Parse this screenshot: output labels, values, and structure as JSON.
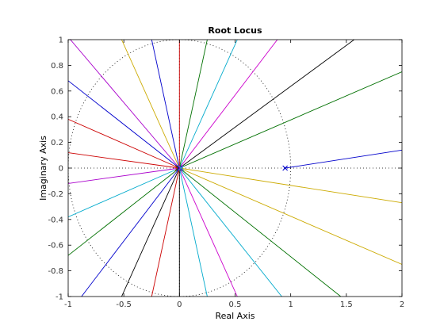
{
  "chart_data": {
    "type": "line",
    "title": "Root Locus",
    "xlabel": "Real Axis",
    "ylabel": "Imaginary Axis",
    "xlim": [
      -1,
      2
    ],
    "ylim": [
      -1,
      1
    ],
    "xticks": [
      -1,
      -0.5,
      0,
      0.5,
      1,
      1.5,
      2
    ],
    "xtick_labels": [
      "-1",
      "-0.5",
      "0",
      "0.5",
      "1",
      "1.5",
      "2"
    ],
    "yticks": [
      -1,
      -0.8,
      -0.6,
      -0.4,
      -0.2,
      0,
      0.2,
      0.4,
      0.6,
      0.8,
      1
    ],
    "ytick_labels": [
      "-1",
      "-0.8",
      "-0.6",
      "-0.4",
      "-0.2",
      "0",
      "0.2",
      "0.4",
      "0.6",
      "0.8",
      "1"
    ],
    "grid": false,
    "unit_circle": true,
    "zero_line": true,
    "pole": {
      "x": 0.95,
      "y": 0
    },
    "origin_poles": {
      "x": 0,
      "y": 0
    },
    "series": [
      {
        "color": "#0000cc",
        "x": [
          0.95,
          2.0
        ],
        "y": [
          0.0,
          0.14
        ]
      },
      {
        "color": "#007000",
        "x": [
          0.0,
          2.0
        ],
        "y": [
          0.0,
          0.75
        ]
      },
      {
        "color": "#000000",
        "x": [
          0.0,
          1.57
        ],
        "y": [
          0.0,
          1.0
        ]
      },
      {
        "color": "#cc00cc",
        "x": [
          0.0,
          0.88
        ],
        "y": [
          0.0,
          1.0
        ]
      },
      {
        "color": "#00aacc",
        "x": [
          0.0,
          0.52
        ],
        "y": [
          0.0,
          1.0
        ]
      },
      {
        "color": "#007000",
        "x": [
          0.0,
          0.25
        ],
        "y": [
          0.0,
          1.0
        ]
      },
      {
        "color": "#cc0000",
        "x": [
          0.0,
          0.0
        ],
        "y": [
          0.0,
          1.0
        ]
      },
      {
        "color": "#0000cc",
        "x": [
          0.0,
          -0.25
        ],
        "y": [
          0.0,
          1.0
        ]
      },
      {
        "color": "#ccaa00",
        "x": [
          0.0,
          -0.52
        ],
        "y": [
          0.0,
          1.0
        ]
      },
      {
        "color": "#aa00cc",
        "x": [
          0.0,
          -0.98
        ],
        "y": [
          0.0,
          1.0
        ]
      },
      {
        "color": "#0000cc",
        "x": [
          0.0,
          -1.0
        ],
        "y": [
          0.0,
          0.68
        ]
      },
      {
        "color": "#cc0000",
        "x": [
          0.0,
          -1.0
        ],
        "y": [
          0.0,
          0.38
        ]
      },
      {
        "color": "#cc0000",
        "x": [
          0.0,
          -1.0
        ],
        "y": [
          0.0,
          0.12
        ]
      },
      {
        "color": "#aa00cc",
        "x": [
          0.0,
          -1.0
        ],
        "y": [
          0.0,
          -0.12
        ]
      },
      {
        "color": "#00aacc",
        "x": [
          0.0,
          -1.0
        ],
        "y": [
          0.0,
          -0.38
        ]
      },
      {
        "color": "#007000",
        "x": [
          0.0,
          -1.0
        ],
        "y": [
          0.0,
          -0.68
        ]
      },
      {
        "color": "#0000cc",
        "x": [
          0.0,
          -0.88
        ],
        "y": [
          0.0,
          -1.0
        ]
      },
      {
        "color": "#000000",
        "x": [
          0.0,
          -0.52
        ],
        "y": [
          0.0,
          -1.0
        ]
      },
      {
        "color": "#cc0000",
        "x": [
          0.0,
          -0.25
        ],
        "y": [
          0.0,
          -1.0
        ]
      },
      {
        "color": "#000000",
        "x": [
          0.0,
          0.0
        ],
        "y": [
          0.0,
          -1.0
        ]
      },
      {
        "color": "#00aacc",
        "x": [
          0.0,
          0.25
        ],
        "y": [
          0.0,
          -1.0
        ]
      },
      {
        "color": "#cc00cc",
        "x": [
          0.0,
          0.52
        ],
        "y": [
          0.0,
          -1.0
        ]
      },
      {
        "color": "#00aacc",
        "x": [
          0.0,
          0.92
        ],
        "y": [
          0.0,
          -1.0
        ]
      },
      {
        "color": "#007000",
        "x": [
          0.0,
          1.45
        ],
        "y": [
          0.0,
          -1.0
        ]
      },
      {
        "color": "#ccaa00",
        "x": [
          0.0,
          2.0
        ],
        "y": [
          0.0,
          -0.75
        ]
      },
      {
        "color": "#ccaa00",
        "x": [
          0.0,
          2.0
        ],
        "y": [
          0.0,
          -0.27
        ]
      }
    ]
  }
}
